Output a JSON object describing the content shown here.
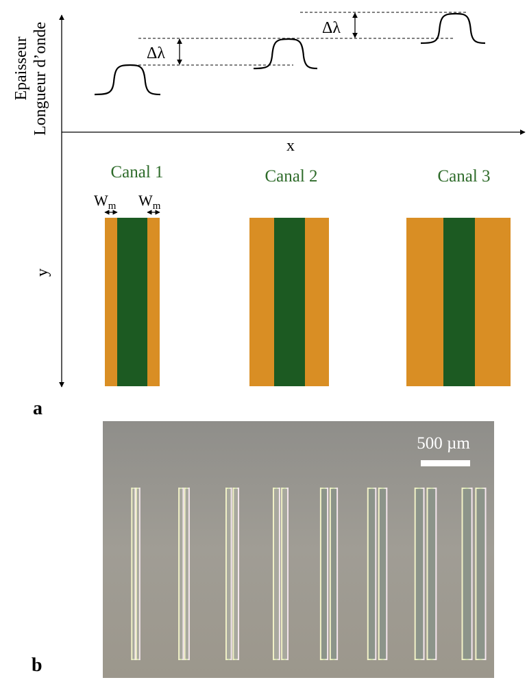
{
  "panel_a": {
    "panel_label": "a",
    "y_axis_label_line1": "Epaisseur",
    "y_axis_label_line2": "Longueur d’onde",
    "x_axis_label": "x",
    "y_axis_label_lower": "y",
    "delta_label": "Δλ",
    "channels": [
      {
        "label": "Canal 1"
      },
      {
        "label": "Canal 2"
      },
      {
        "label": "Canal 3"
      }
    ],
    "width_label_main": "W",
    "width_label_sub": "m",
    "colors": {
      "channel_core": "#1c5a22",
      "channel_side": "#d98e24",
      "label_green": "#2e6b2a"
    }
  },
  "panel_b": {
    "panel_label": "b",
    "scale_bar_label": "500 µm",
    "stripe_count": 8,
    "background_color": "#9a9890"
  }
}
